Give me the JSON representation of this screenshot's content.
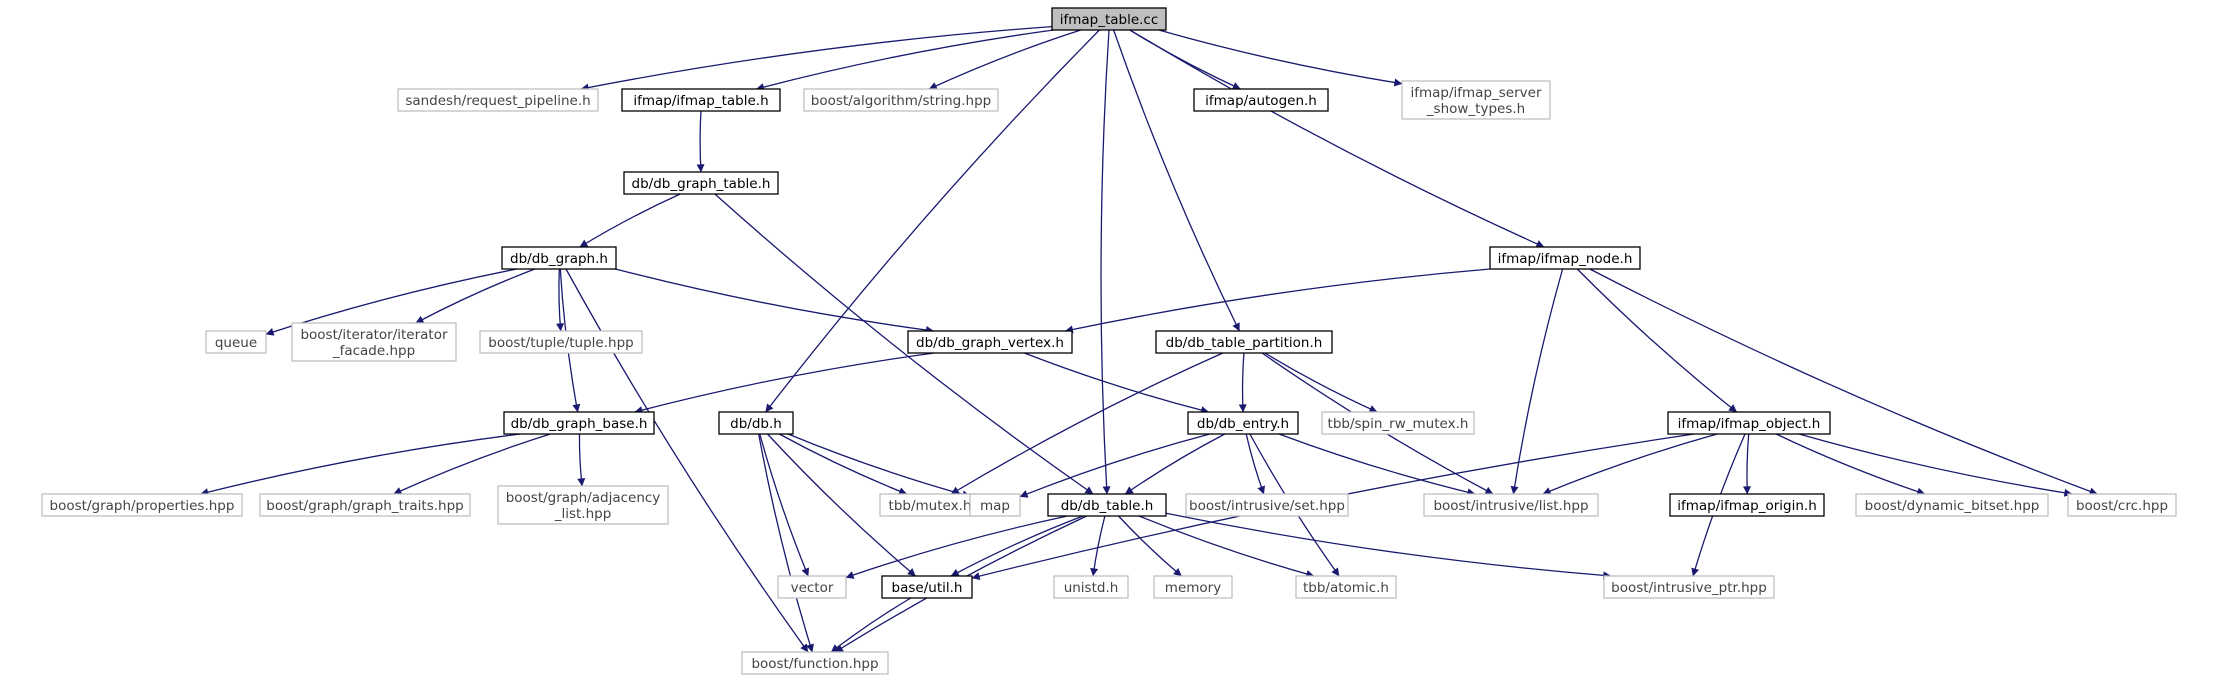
{
  "colors": {
    "edge": "#191970",
    "main_fill": "#bfbfbf",
    "doc_border": "#000000",
    "sys_border": "#bfbfbf"
  },
  "nodes": {
    "ifmap_table_cc": {
      "lines": [
        "ifmap_table.cc"
      ],
      "kind": "main"
    },
    "request_pipeline": {
      "lines": [
        "sandesh/request_pipeline.h"
      ],
      "kind": "sys"
    },
    "ifmap_table_h": {
      "lines": [
        "ifmap/ifmap_table.h"
      ],
      "kind": "doc"
    },
    "boost_algo_string": {
      "lines": [
        "boost/algorithm/string.hpp"
      ],
      "kind": "sys"
    },
    "ifmap_autogen": {
      "lines": [
        "ifmap/autogen.h"
      ],
      "kind": "doc"
    },
    "ifmap_server_show": {
      "lines": [
        "ifmap/ifmap_server",
        "_show_types.h"
      ],
      "kind": "sys"
    },
    "db_graph_table": {
      "lines": [
        "db/db_graph_table.h"
      ],
      "kind": "doc"
    },
    "db_graph": {
      "lines": [
        "db/db_graph.h"
      ],
      "kind": "doc"
    },
    "ifmap_node": {
      "lines": [
        "ifmap/ifmap_node.h"
      ],
      "kind": "doc"
    },
    "queue": {
      "lines": [
        "queue"
      ],
      "kind": "sys"
    },
    "iterator_facade": {
      "lines": [
        "boost/iterator/iterator",
        "_facade.hpp"
      ],
      "kind": "sys"
    },
    "tuple": {
      "lines": [
        "boost/tuple/tuple.hpp"
      ],
      "kind": "sys"
    },
    "db_graph_vertex": {
      "lines": [
        "db/db_graph_vertex.h"
      ],
      "kind": "doc"
    },
    "db_table_partition": {
      "lines": [
        "db/db_table_partition.h"
      ],
      "kind": "doc"
    },
    "db_graph_base": {
      "lines": [
        "db/db_graph_base.h"
      ],
      "kind": "doc"
    },
    "db_h": {
      "lines": [
        "db/db.h"
      ],
      "kind": "doc"
    },
    "db_entry": {
      "lines": [
        "db/db_entry.h"
      ],
      "kind": "doc"
    },
    "spin_rw_mutex": {
      "lines": [
        "tbb/spin_rw_mutex.h"
      ],
      "kind": "sys"
    },
    "ifmap_object": {
      "lines": [
        "ifmap/ifmap_object.h"
      ],
      "kind": "doc"
    },
    "graph_properties": {
      "lines": [
        "boost/graph/properties.hpp"
      ],
      "kind": "sys"
    },
    "graph_traits": {
      "lines": [
        "boost/graph/graph_traits.hpp"
      ],
      "kind": "sys"
    },
    "adjacency_list": {
      "lines": [
        "boost/graph/adjacency",
        "_list.hpp"
      ],
      "kind": "sys"
    },
    "tbb_mutex": {
      "lines": [
        "tbb/mutex.h"
      ],
      "kind": "sys"
    },
    "map": {
      "lines": [
        "map"
      ],
      "kind": "sys"
    },
    "db_table": {
      "lines": [
        "db/db_table.h"
      ],
      "kind": "doc"
    },
    "intrusive_set": {
      "lines": [
        "boost/intrusive/set.hpp"
      ],
      "kind": "sys"
    },
    "intrusive_list": {
      "lines": [
        "boost/intrusive/list.hpp"
      ],
      "kind": "sys"
    },
    "ifmap_origin": {
      "lines": [
        "ifmap/ifmap_origin.h"
      ],
      "kind": "doc"
    },
    "dynamic_bitset": {
      "lines": [
        "boost/dynamic_bitset.hpp"
      ],
      "kind": "sys"
    },
    "crc": {
      "lines": [
        "boost/crc.hpp"
      ],
      "kind": "sys"
    },
    "vector": {
      "lines": [
        "vector"
      ],
      "kind": "sys"
    },
    "base_util": {
      "lines": [
        "base/util.h"
      ],
      "kind": "doc"
    },
    "unistd": {
      "lines": [
        "unistd.h"
      ],
      "kind": "sys"
    },
    "memory": {
      "lines": [
        "memory"
      ],
      "kind": "sys"
    },
    "tbb_atomic": {
      "lines": [
        "tbb/atomic.h"
      ],
      "kind": "sys"
    },
    "intrusive_ptr": {
      "lines": [
        "boost/intrusive_ptr.hpp"
      ],
      "kind": "sys"
    },
    "boost_function": {
      "lines": [
        "boost/function.hpp"
      ],
      "kind": "sys"
    }
  },
  "edges": [
    [
      "ifmap_table_cc",
      "request_pipeline"
    ],
    [
      "ifmap_table_cc",
      "ifmap_table_h"
    ],
    [
      "ifmap_table_cc",
      "boost_algo_string"
    ],
    [
      "ifmap_table_cc",
      "ifmap_autogen"
    ],
    [
      "ifmap_table_cc",
      "ifmap_server_show"
    ],
    [
      "ifmap_table_cc",
      "ifmap_node"
    ],
    [
      "ifmap_table_cc",
      "db_table_partition"
    ],
    [
      "ifmap_table_cc",
      "db_h"
    ],
    [
      "ifmap_table_cc",
      "db_table"
    ],
    [
      "ifmap_table_h",
      "db_graph_table"
    ],
    [
      "db_graph_table",
      "db_graph"
    ],
    [
      "db_graph_table",
      "db_table"
    ],
    [
      "db_graph",
      "queue"
    ],
    [
      "db_graph",
      "iterator_facade"
    ],
    [
      "db_graph",
      "tuple"
    ],
    [
      "db_graph",
      "db_graph_vertex"
    ],
    [
      "db_graph",
      "db_graph_base"
    ],
    [
      "db_graph",
      "boost_function"
    ],
    [
      "ifmap_node",
      "db_graph_vertex"
    ],
    [
      "ifmap_node",
      "intrusive_list"
    ],
    [
      "ifmap_node",
      "ifmap_object"
    ],
    [
      "ifmap_node",
      "crc"
    ],
    [
      "db_graph_vertex",
      "db_graph_base"
    ],
    [
      "db_graph_vertex",
      "db_entry"
    ],
    [
      "db_table_partition",
      "db_entry"
    ],
    [
      "db_table_partition",
      "tbb_mutex"
    ],
    [
      "db_table_partition",
      "spin_rw_mutex"
    ],
    [
      "db_table_partition",
      "intrusive_list"
    ],
    [
      "db_graph_base",
      "graph_properties"
    ],
    [
      "db_graph_base",
      "graph_traits"
    ],
    [
      "db_graph_base",
      "adjacency_list"
    ],
    [
      "db_h",
      "tbb_mutex"
    ],
    [
      "db_h",
      "map"
    ],
    [
      "db_h",
      "vector"
    ],
    [
      "db_h",
      "base_util"
    ],
    [
      "db_h",
      "boost_function"
    ],
    [
      "db_entry",
      "map"
    ],
    [
      "db_entry",
      "db_table"
    ],
    [
      "db_entry",
      "intrusive_set"
    ],
    [
      "db_entry",
      "intrusive_list"
    ],
    [
      "db_entry",
      "tbb_atomic"
    ],
    [
      "ifmap_object",
      "intrusive_list"
    ],
    [
      "ifmap_object",
      "ifmap_origin"
    ],
    [
      "ifmap_object",
      "dynamic_bitset"
    ],
    [
      "ifmap_object",
      "crc"
    ],
    [
      "ifmap_object",
      "base_util"
    ],
    [
      "ifmap_object",
      "intrusive_ptr"
    ],
    [
      "db_table",
      "vector"
    ],
    [
      "db_table",
      "base_util"
    ],
    [
      "db_table",
      "unistd"
    ],
    [
      "db_table",
      "memory"
    ],
    [
      "db_table",
      "tbb_atomic"
    ],
    [
      "db_table",
      "intrusive_ptr"
    ],
    [
      "db_table",
      "boost_function"
    ],
    [
      "base_util",
      "boost_function"
    ]
  ]
}
